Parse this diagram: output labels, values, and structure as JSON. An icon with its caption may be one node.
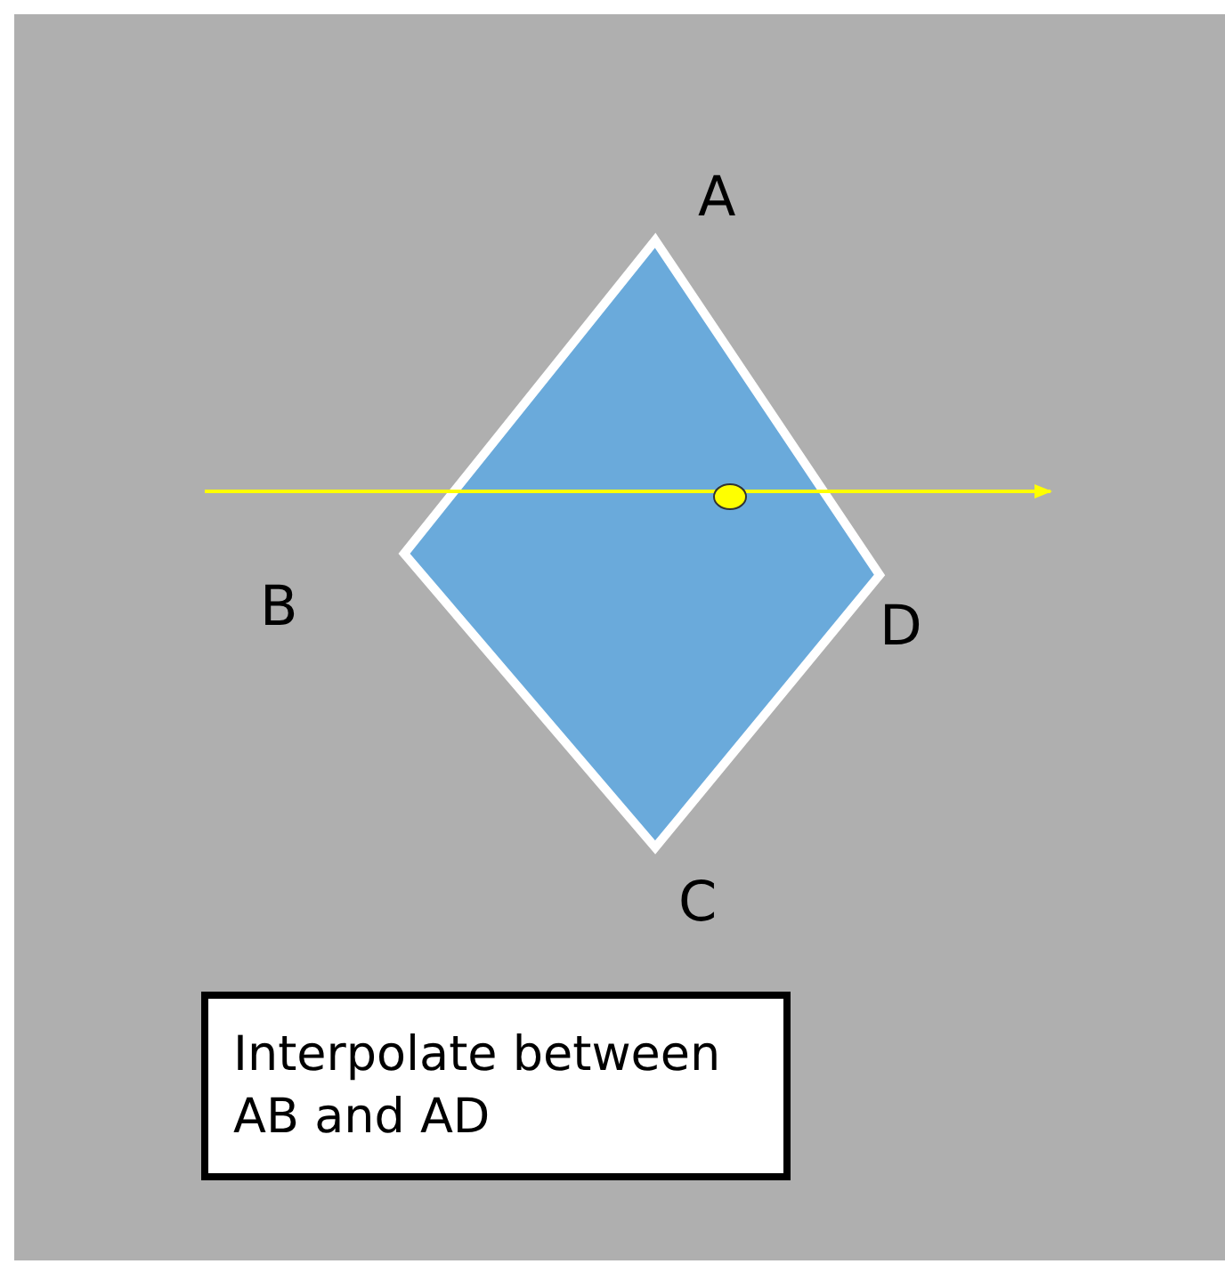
{
  "diagram": {
    "nodes": [
      {
        "text": [
          "Interpolate between AB and AD"
        ]
      }
    ],
    "labels": [
      "A",
      "B",
      "C",
      "D"
    ]
  }
}
